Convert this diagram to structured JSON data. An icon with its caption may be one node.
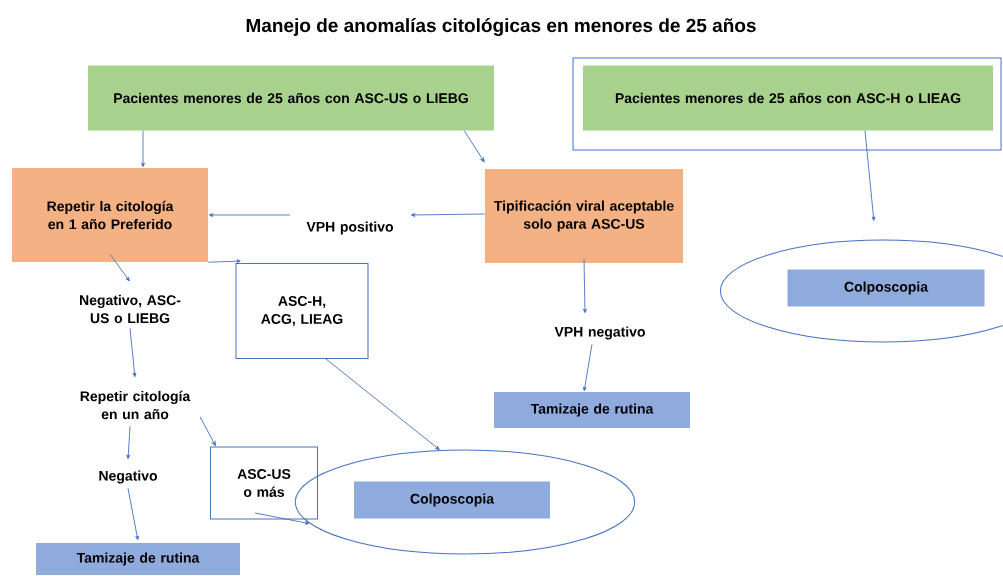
{
  "diagram": {
    "title": "Manejo de anomalías citológicas en menores de 25 años",
    "nodes": [
      {
        "text": [
          "Pacientes menores de 25 años con ASC-US o LIEBG"
        ]
      },
      {
        "text": [],
        "shape": "box"
      },
      {
        "text": [
          "Pacientes menores de 25 años con ASC-H o LIEAG"
        ],
        "in": 1
      },
      {
        "text": [
          "Repetir la citología en 1 año Preferido"
        ]
      },
      {
        "text": [
          "VPH positivo"
        ]
      },
      {
        "text": [
          "Tipificación viral aceptable solo para ASC-US"
        ]
      },
      {
        "text": [],
        "shape": "ellipse"
      },
      {
        "text": [
          "Colposcopia"
        ],
        "in": 6
      },
      {
        "text": [
          "ASC-H, ACG, LIEAG"
        ]
      },
      {
        "text": [
          "Negativo, ASC-US o LIEBG"
        ]
      },
      {
        "text": [
          "VPH negativo"
        ]
      },
      {
        "text": [
          "Tamizaje de rutina"
        ]
      },
      {
        "text": [
          "Repetir citología en un año"
        ]
      },
      {
        "text": [
          "ASC-US o más"
        ]
      },
      {
        "text": [],
        "shape": "ellipse"
      },
      {
        "text": [
          "Colposcopia"
        ],
        "in": 14
      },
      {
        "text": [
          "Negativo"
        ]
      },
      {
        "text": [
          "Tamizaje de rutina"
        ]
      }
    ],
    "edges": [
      {
        "from": 0,
        "to": 3,
        "arrow": "to"
      },
      {
        "from": 0,
        "to": 5,
        "arrow": "to"
      },
      {
        "from": 5,
        "to": 4,
        "arrow": "to"
      },
      {
        "from": 4,
        "to": 3,
        "arrow": "to"
      },
      {
        "from": 3,
        "to": 9,
        "arrow": "to"
      },
      {
        "from": 3,
        "to": 8,
        "arrow": "to"
      },
      {
        "from": 5,
        "to": 10,
        "arrow": "to"
      },
      {
        "from": 10,
        "to": 11,
        "arrow": "to"
      },
      {
        "from": 2,
        "to": 6,
        "arrow": "to"
      },
      {
        "from": 9,
        "to": 12,
        "arrow": "to"
      },
      {
        "from": 12,
        "to": 13,
        "arrow": "to"
      },
      {
        "from": 8,
        "to": 14,
        "arrow": "to"
      },
      {
        "from": 12,
        "to": 16,
        "arrow": "to"
      },
      {
        "from": 16,
        "to": 17,
        "arrow": "to"
      },
      {
        "from": 13,
        "to": 14,
        "arrow": "to"
      }
    ]
  }
}
